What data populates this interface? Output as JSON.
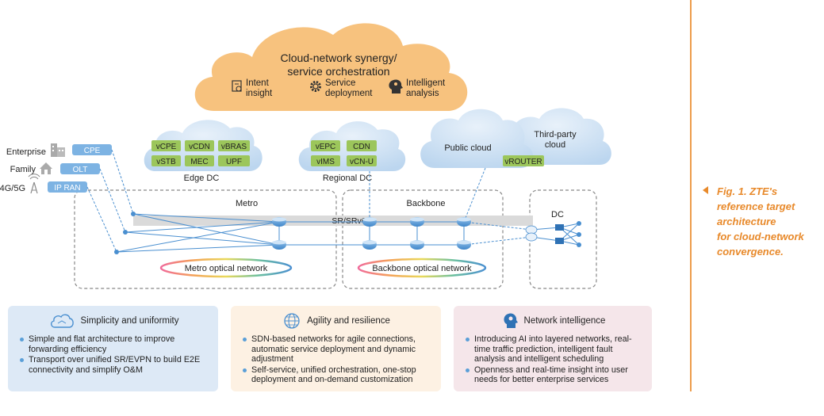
{
  "orchestration": {
    "title_line1": "Cloud-network synergy/",
    "title_line2": "service orchestration",
    "items": [
      {
        "line1": "Intent",
        "line2": "insight",
        "icon": "document-search-icon"
      },
      {
        "line1": "Service",
        "line2": "deployment",
        "icon": "gear-icon"
      },
      {
        "line1": "Intelligent",
        "line2": "analysis",
        "icon": "brain-head-icon"
      }
    ]
  },
  "edge_dc": {
    "label": "Edge DC",
    "vnfs": [
      "vCPE",
      "vCDN",
      "vBRAS",
      "vSTB",
      "MEC",
      "UPF"
    ]
  },
  "regional_dc": {
    "label": "Regional DC",
    "vnfs": [
      "vEPC",
      "CDN",
      "vIMS",
      "vCN-U"
    ]
  },
  "public_cloud": {
    "label": "Public cloud",
    "vnf": "vROUTER"
  },
  "third_party_cloud": {
    "line1": "Third-party",
    "line2": "cloud"
  },
  "access": [
    {
      "label": "Enterprise",
      "device": "CPE",
      "icon": "building-icon"
    },
    {
      "label": "Family",
      "device": "OLT",
      "icon": "house-icon"
    },
    {
      "label": "4G/5G",
      "device": "IP RAN",
      "icon": "antenna-icon"
    }
  ],
  "network": {
    "metro_label": "Metro",
    "backbone_label": "Backbone",
    "dc_label": "DC",
    "sr_label": "SR/SRv6",
    "metro_optical": "Metro optical network",
    "backbone_optical": "Backbone optical network"
  },
  "panels": [
    {
      "title": "Simplicity and uniformity",
      "icon": "cloud-icon",
      "bullets": [
        "Simple and flat architecture  to improve forwarding efficiency",
        "Transport over unified SR/EVPN to build E2E connectivity and simplify O&M"
      ]
    },
    {
      "title": "Agility and resilience",
      "icon": "globe-icon",
      "bullets": [
        "SDN-based networks for agile connections, automatic service deployment and dynamic adjustment",
        "Self-service, unified orchestration, one-stop deployment and on-demand customization"
      ]
    },
    {
      "title": "Network intelligence",
      "icon": "brain-head-icon",
      "bullets": [
        "Introducing AI into layered networks, real-time traffic prediction, intelligent fault analysis and intelligent scheduling",
        "Openness and real-time insight into user needs for better enterprise services"
      ]
    }
  ],
  "caption": {
    "lines": [
      "Fig. 1. ZTE's",
      "reference target",
      "architecture",
      "for cloud-network",
      "convergence."
    ]
  },
  "colors": {
    "orange_cloud": "#f7c27e",
    "blue_cloud": "#cfe1f3",
    "vnf_green": "#9cc65b",
    "device_blue": "#7db3e3",
    "line_blue": "#4a8fd0",
    "accent_orange": "#e8892a",
    "panel_blue": "#dde9f6",
    "panel_orange": "#fdf1e3",
    "panel_pink": "#f5e6ea"
  }
}
